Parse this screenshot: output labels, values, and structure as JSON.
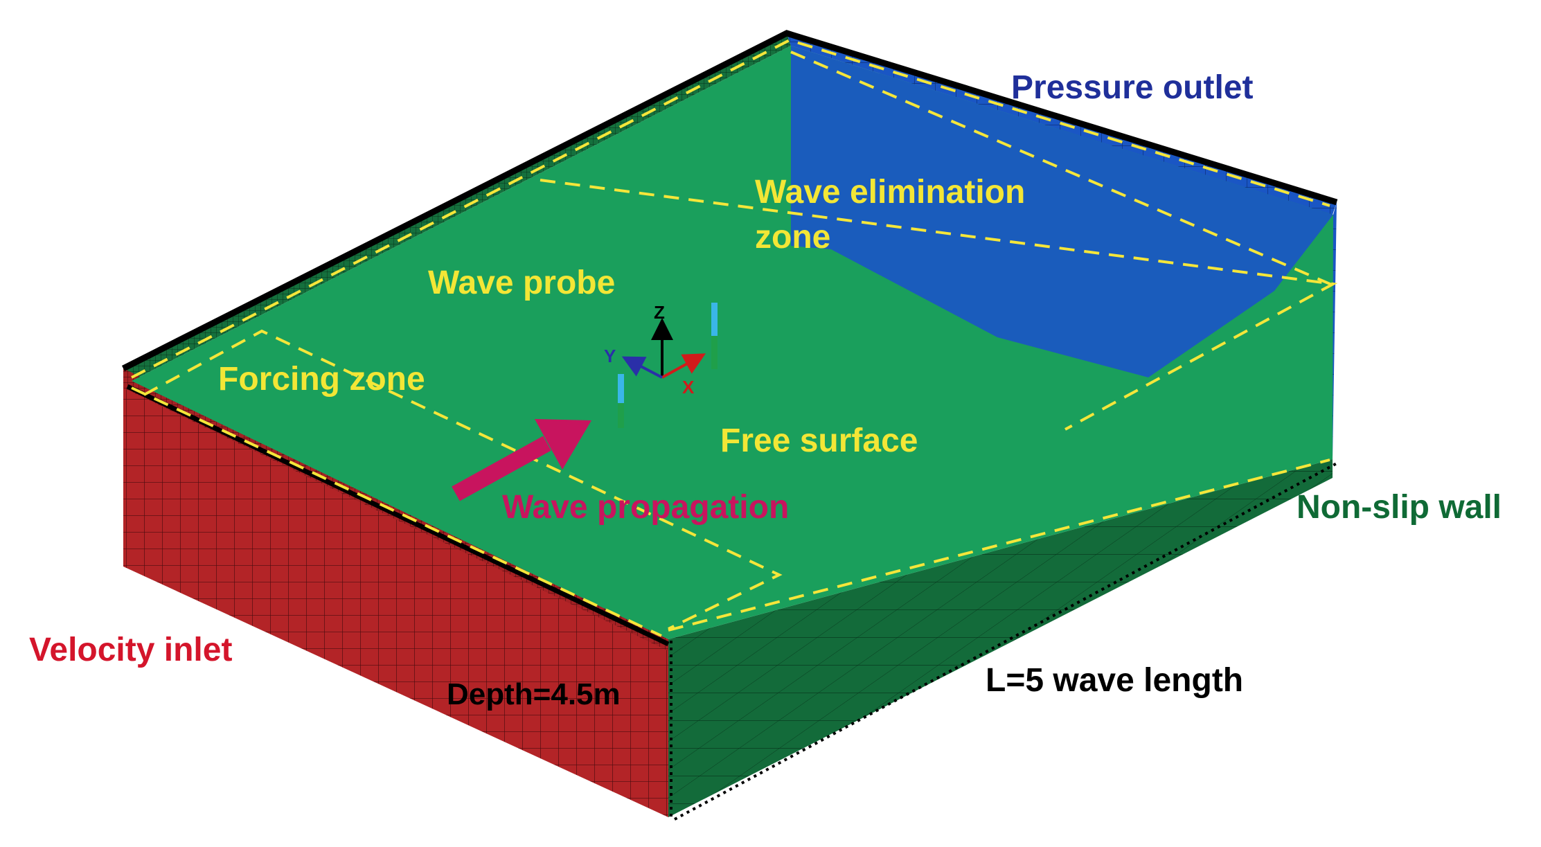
{
  "labels": {
    "pressure_outlet": "Pressure outlet",
    "wave_elimination_line1": "Wave elimination",
    "wave_elimination_line2": "zone",
    "wave_probe": "Wave probe",
    "forcing_zone": "Forcing zone",
    "free_surface": "Free surface",
    "wave_propagation": "Wave propagation",
    "non_slip_wall": "Non-slip wall",
    "velocity_inlet": "Velocity inlet",
    "depth": "Depth=4.5m",
    "length": "L=5 wave length"
  },
  "axes": {
    "x": "X",
    "y": "Y",
    "z": "Z"
  },
  "colors": {
    "pressure_outlet": "#1a56c4",
    "pressure_outlet_text": "#1f2f9a",
    "velocity_inlet": "#b32427",
    "velocity_inlet_text": "#d4152b",
    "free_surface": "#1a9f5c",
    "side_wall": "#136b3a",
    "zone_outline": "#f5e63a",
    "zone_text": "#f3e636",
    "propagation_arrow": "#c8145e",
    "wall_text": "#0f6a35",
    "dimension_text": "#000000"
  }
}
